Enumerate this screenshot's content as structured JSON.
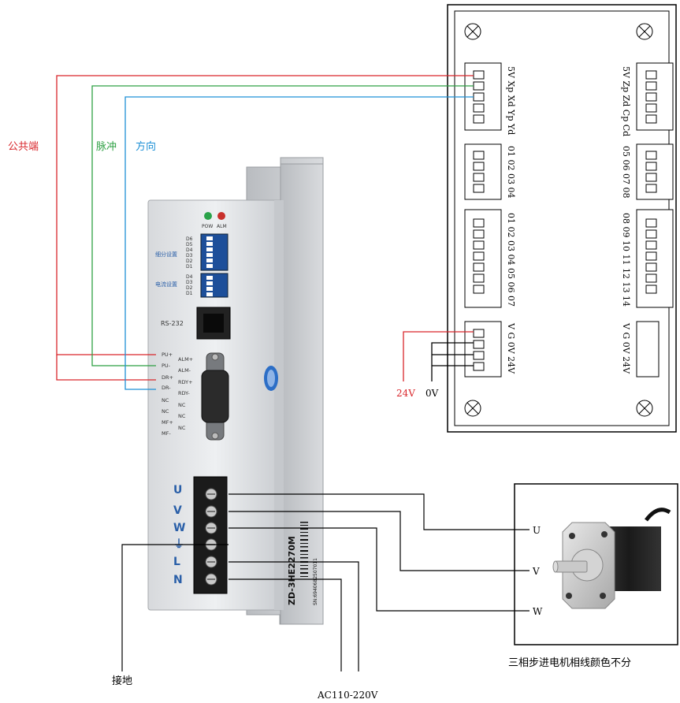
{
  "labels": {
    "common": "公共端",
    "pulse": "脉冲",
    "direction": "方向",
    "v24": "24V",
    "v0": "0V",
    "ground": "接地",
    "ac": "AC110-220V",
    "motor_note": "三相步进电机相线颜色不分",
    "phase_u": "U",
    "phase_v": "V",
    "phase_w": "W"
  },
  "driver": {
    "pow": "POW",
    "alm": "ALM",
    "subdiv": "细分设置",
    "current": "电流设置",
    "d_subdiv": [
      "D6",
      "D5",
      "D4",
      "D3",
      "D2",
      "D1"
    ],
    "d_current": [
      "D4",
      "D3",
      "D2",
      "D1"
    ],
    "rs232": "RS-232",
    "left_pins": [
      "PU+",
      "PU-",
      "DR+",
      "DR-",
      "NC",
      "NC",
      "MF+",
      "MF-"
    ],
    "right_pins": [
      "ALM+",
      "ALM-",
      "RDY+",
      "RDY-",
      "NC",
      "NC",
      "NC"
    ],
    "terminals": [
      "U",
      "V",
      "W",
      "⏚",
      "L",
      "N"
    ],
    "model": "ZD-3HE2270M",
    "serial": "SN:6940682507011"
  },
  "board": {
    "left_cols": [
      "5V Xp Xd Yp Yd",
      "01 02 03 04",
      "01 02 03 04 05 06 07",
      "V  G  0V 24V"
    ],
    "right_cols": [
      "5V Zp Zd Cp Cd",
      "05 06 07 08",
      "08 09 10 11 12 13 14",
      "V  G  0V 24V"
    ]
  },
  "colors": {
    "red": "#d9262b",
    "green": "#2ea043",
    "blue": "#1e90d6",
    "black": "#000000"
  }
}
